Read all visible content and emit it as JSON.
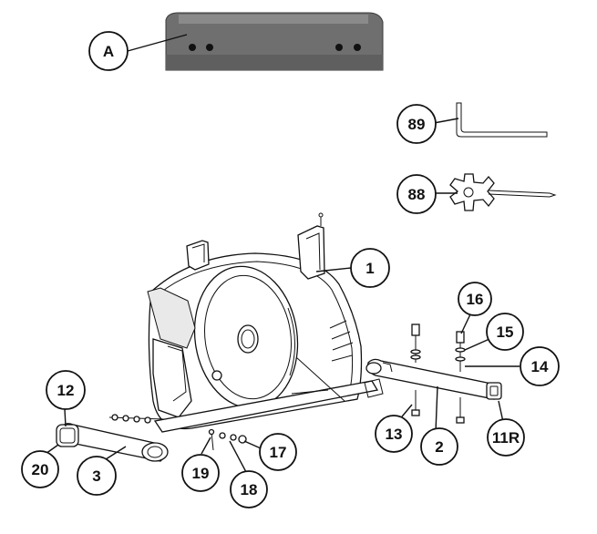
{
  "diagram": {
    "callouts": {
      "a": "A",
      "p89": "89",
      "p88": "88",
      "p1": "1",
      "p16": "16",
      "p15": "15",
      "p14": "14",
      "p12": "12",
      "p13": "13",
      "p2": "2",
      "p11r": "11R",
      "p17": "17",
      "p19": "19",
      "p18": "18",
      "p3": "3",
      "p20": "20"
    },
    "colors": {
      "line": "#111111",
      "bracket_fill": "#6e6e6e",
      "background": "#ffffff"
    }
  }
}
